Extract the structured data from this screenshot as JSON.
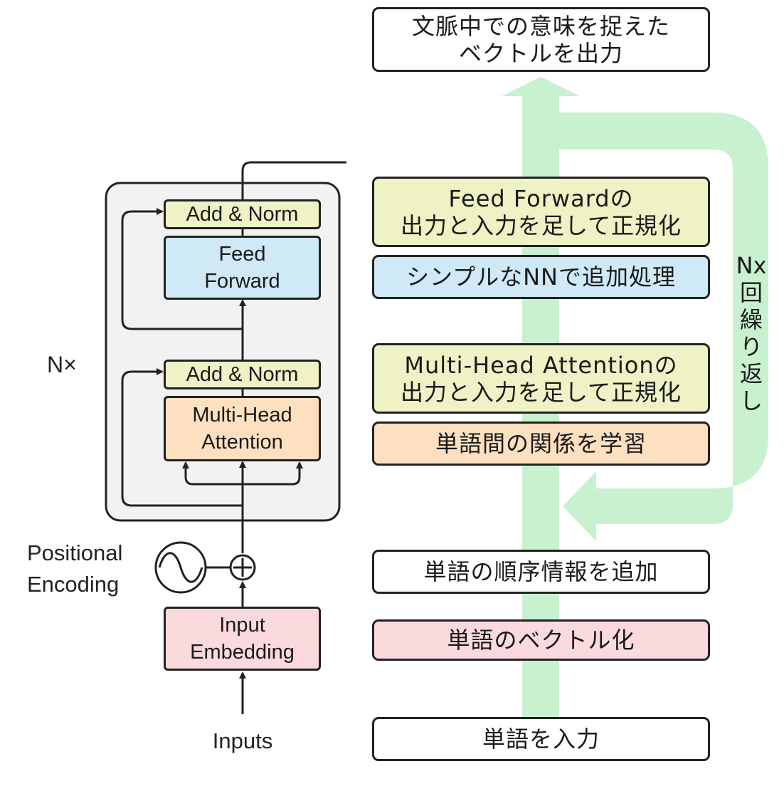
{
  "colors": {
    "layer_norm": "#eef2c4",
    "feed_forward": "#cfe9f6",
    "attention": "#fde0c0",
    "embedding": "#fadadd",
    "block_background": "#f2f2f2",
    "flow_arrow": "#c7f1cf",
    "stroke": "#222222"
  },
  "icons": [
    "add-circle-icon",
    "sine-wave-icon",
    "arrow-up-icon"
  ],
  "architecture": {
    "repeat_label": "N×",
    "add_norm_top": "Add & Norm",
    "feed_forward": {
      "line1": "Feed",
      "line2": "Forward"
    },
    "add_norm_bottom": "Add & Norm",
    "attention": {
      "line1": "Multi-Head",
      "line2": "Attention"
    },
    "positional_encoding": {
      "line1": "Positional",
      "line2": "Encoding"
    },
    "input_embedding": {
      "line1": "Input",
      "line2": "Embedding"
    },
    "inputs": "Inputs"
  },
  "explanations": {
    "output": {
      "line1": "文脈中での意味を捉えた",
      "line2": "ベクトルを出力"
    },
    "ff_add_norm": {
      "line1": "Feed Forwardの",
      "line2": "出力と入力を足して正規化"
    },
    "feed_forward": "シンプルなNNで追加処理",
    "attn_add_norm": {
      "line1": "Multi-Head Attentionの",
      "line2": "出力と入力を足して正規化"
    },
    "attention": "単語間の関係を学習",
    "positional": "単語の順序情報を追加",
    "embedding": "単語のベクトル化",
    "input": "単語を入力",
    "repeat": "Nx回繰り返し"
  }
}
